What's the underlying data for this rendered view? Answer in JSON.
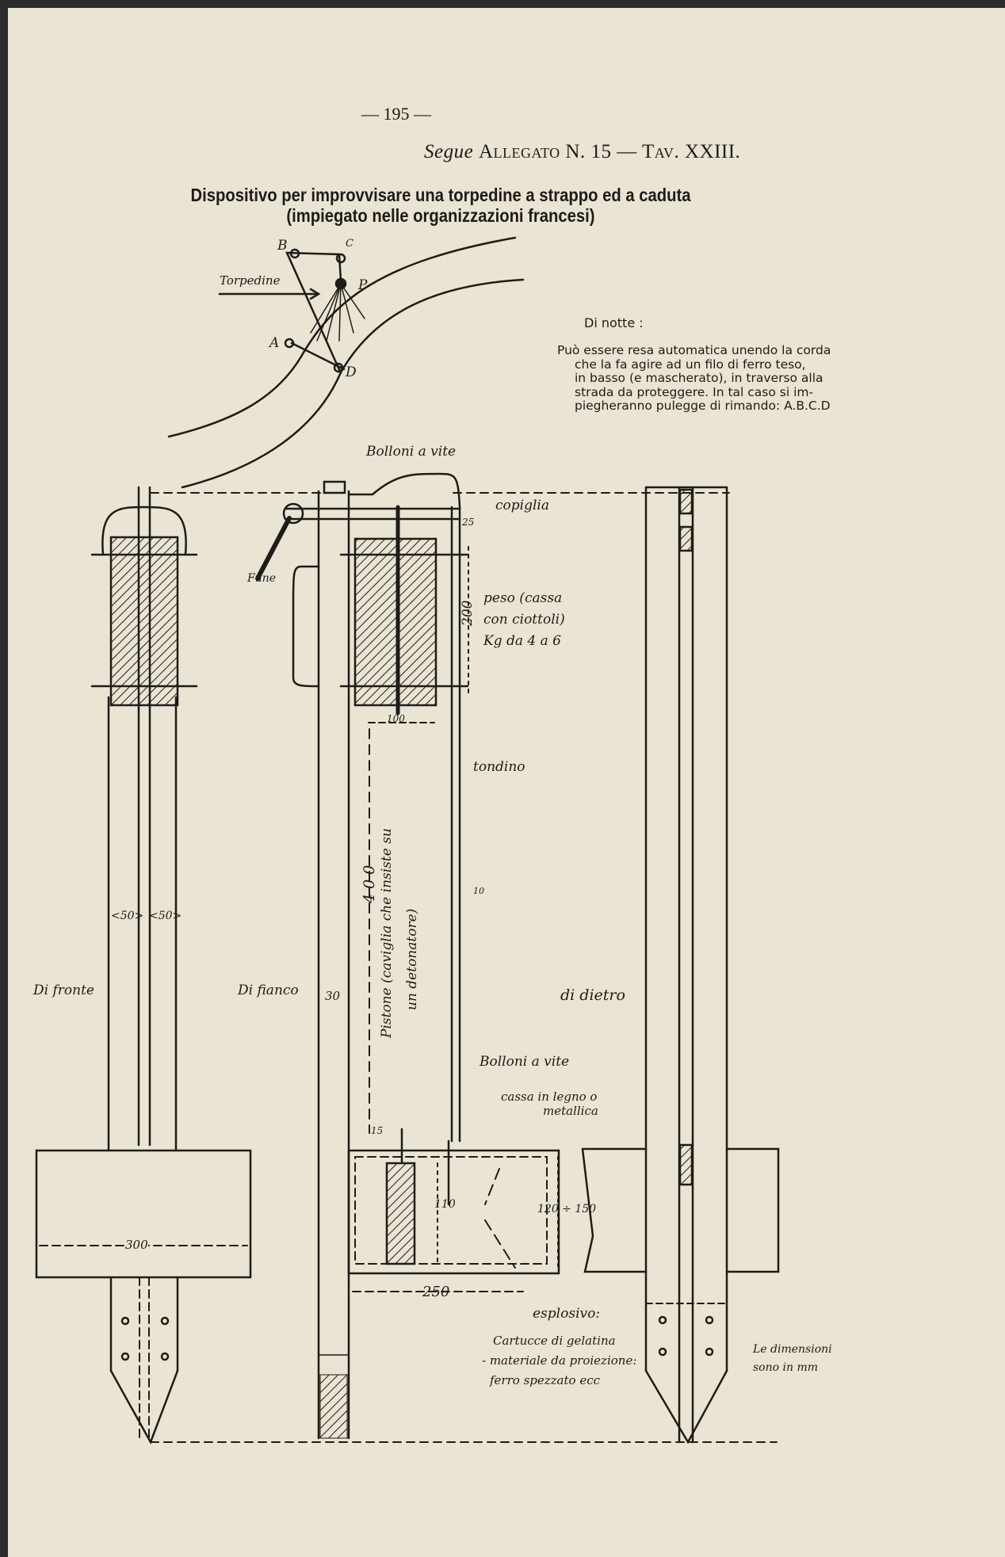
{
  "page": {
    "page_number": "— 195 —",
    "header": {
      "segue": "Segue",
      "rest": "Allegato N. 15 — Tav. XXIII."
    },
    "title_line1": "Dispositivo per improvvisare una torpedine a strappo ed a caduta",
    "title_line2": "(impiegato nelle organizzazioni francesi)"
  },
  "note": {
    "heading": "Di notte :",
    "lines": [
      "Può essere resa automatica unendo la corda",
      "che la fa agire ad un filo di ferro teso,",
      "in basso (e mascherato), in traverso alla",
      "strada da proteggere. In tal caso si im-",
      "piegheranno pulegge di rimando: A.B.C.D"
    ]
  },
  "plan_diagram": {
    "points": [
      "A",
      "B",
      "C",
      "D",
      "P"
    ],
    "torpedine_label": "Torpedine"
  },
  "views": {
    "front": "Di fronte",
    "side": "Di fianco",
    "back": "di dietro"
  },
  "labels": {
    "bolloni_top": "Bolloni a vite",
    "copiglia": "copiglia",
    "fune": "Fune",
    "peso_1": "peso (cassa",
    "peso_2": "con ciottoli)",
    "peso_3": "Kg da 4 a 6",
    "tondino": "tondino",
    "pistone_1": "Pistone (caviglia che insiste su",
    "pistone_2": "un detonatore)",
    "bolloni_bottom": "Bolloni a vite",
    "cassa_1": "cassa in legno o",
    "cassa_2": "metallica",
    "esplosivo": "esplosivo:",
    "esplosivo_1": "Cartucce di gelatina",
    "esplosivo_2": "- materiale da proiezione:",
    "esplosivo_3": "ferro spezzato ecc",
    "units_1": "Le dimensioni",
    "units_2": "sono in mm"
  },
  "dimensions": {
    "d25": "25",
    "d200": "200",
    "d100": "100",
    "d400": "400",
    "d10": "10",
    "d50a": "<50>",
    "d50b": "<50>",
    "d30": "30",
    "d15": "15",
    "d110": "110",
    "d120_150": "120 ÷ 150",
    "d250": "250",
    "d300": "300"
  }
}
